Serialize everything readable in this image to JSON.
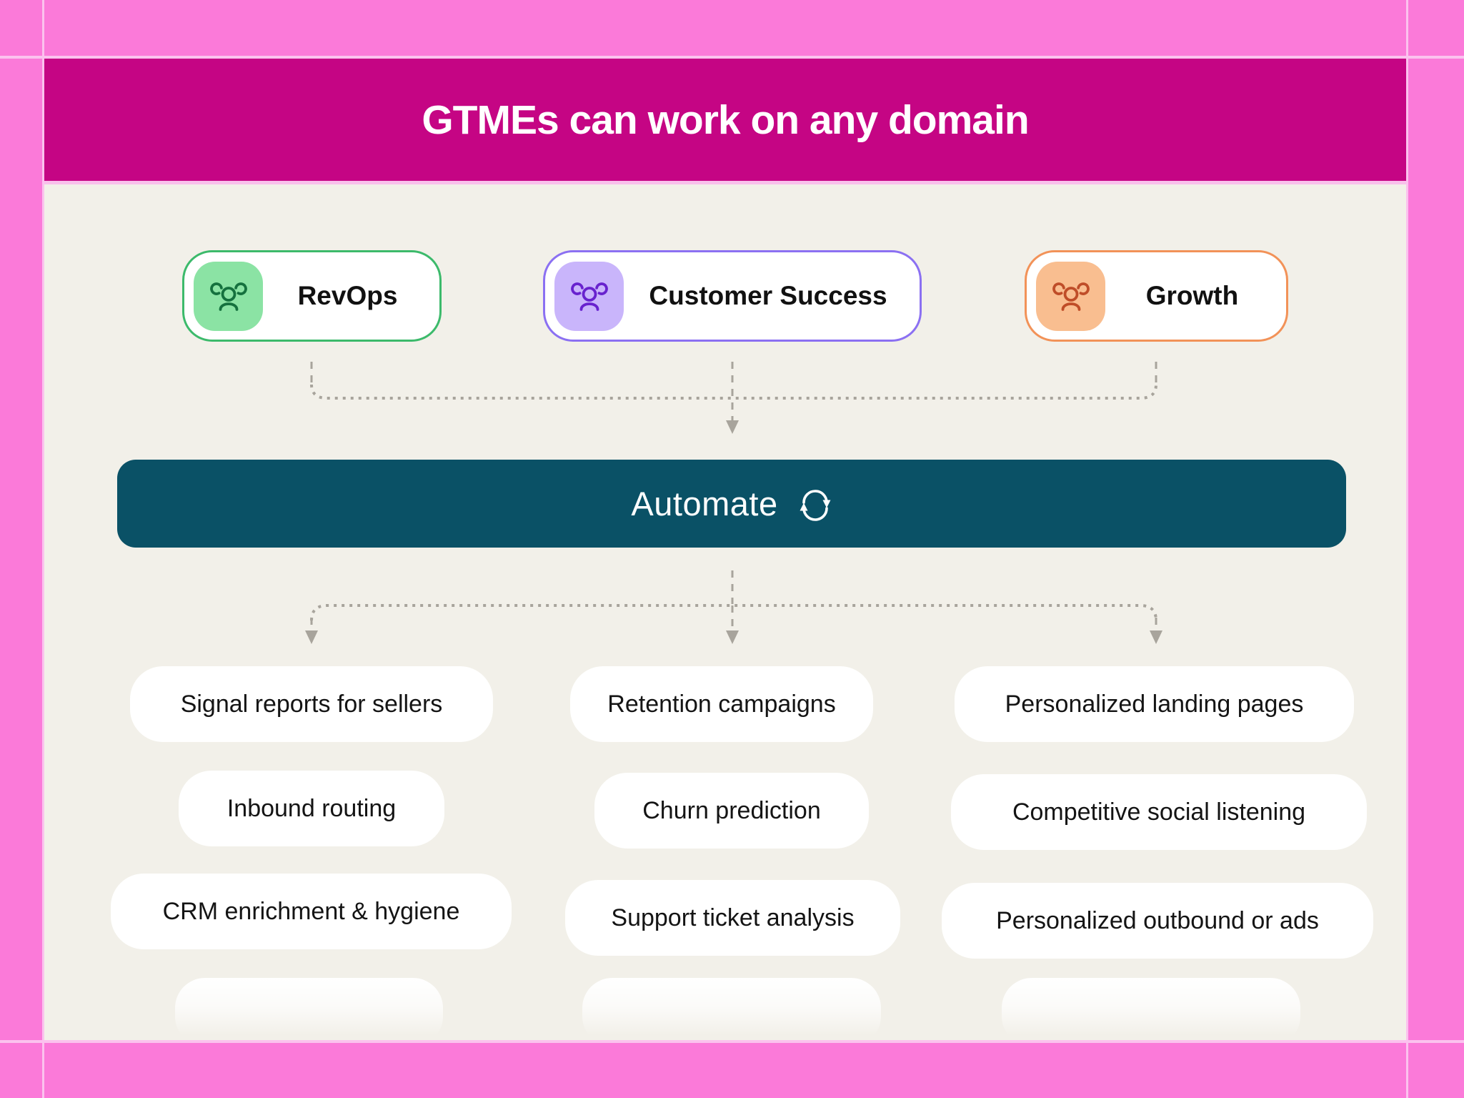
{
  "header": {
    "title": "GTMEs can work on any domain"
  },
  "domains": [
    {
      "label": "RevOps",
      "icon": "users-icon",
      "border_color": "#3cba6b",
      "icon_bg": "#8be3a4",
      "icon_color": "#15713e"
    },
    {
      "label": "Customer Success",
      "icon": "users-icon",
      "border_color": "#8b70f2",
      "icon_bg": "#c9b5fb",
      "icon_color": "#6822ce"
    },
    {
      "label": "Growth",
      "icon": "users-icon",
      "border_color": "#f29258",
      "icon_bg": "#f9be90",
      "icon_color": "#bf4d28"
    }
  ],
  "automate": {
    "label": "Automate",
    "icon": "sync-icon"
  },
  "task_columns": [
    {
      "domain": "RevOps",
      "items": [
        "Signal reports for sellers",
        "Inbound routing",
        "CRM enrichment & hygiene"
      ]
    },
    {
      "domain": "Customer Success",
      "items": [
        "Retention campaigns",
        "Churn prediction",
        "Support ticket analysis"
      ]
    },
    {
      "domain": "Growth",
      "items": [
        "Personalized landing pages",
        "Competitive social listening",
        "Personalized outbound or ads"
      ]
    }
  ],
  "colors": {
    "frame_pink": "#fb7ad9",
    "frame_grid_line": "#fbc2ee",
    "header_magenta": "#c50584",
    "content_cream": "#f2f0e9",
    "automate_teal": "#0a5166",
    "connector_gray": "#a8a49c",
    "pill_white": "#ffffff",
    "text_dark": "#141414"
  }
}
